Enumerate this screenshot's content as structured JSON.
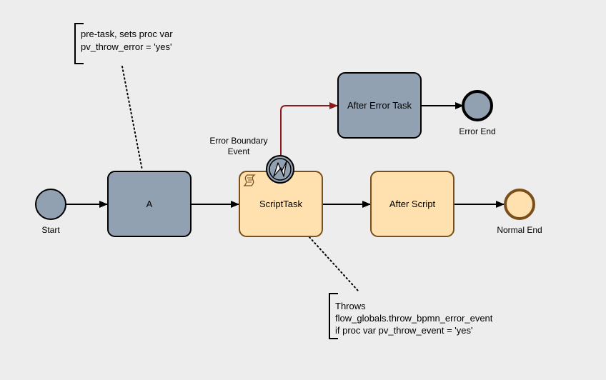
{
  "colors": {
    "background": "#ededed",
    "gray_fill": "#92a1b1",
    "orange_fill": "#ffe1b0",
    "orange_stroke": "#7a4f19",
    "error_flow": "#8b1a1a",
    "outline": "#000000"
  },
  "events": {
    "start": {
      "label": "Start"
    },
    "error_end": {
      "label": "Error End"
    },
    "normal_end": {
      "label": "Normal End"
    },
    "error_boundary": {
      "label_line1": "Error Boundary",
      "label_line2": "Event",
      "icon": "lightning-icon"
    }
  },
  "tasks": {
    "a": {
      "label": "A"
    },
    "script_task": {
      "label": "ScriptTask",
      "icon": "script-icon"
    },
    "after_script": {
      "label": "After Script"
    },
    "after_error": {
      "label": "After Error Task"
    }
  },
  "annotations": {
    "pre_task": {
      "lines": [
        "pre-task, sets proc var",
        "pv_throw_error = 'yes'"
      ]
    },
    "throws": {
      "lines": [
        "Throws",
        "flow_globals.throw_bpmn_error_event",
        "if proc var pv_throw_event = 'yes'"
      ]
    }
  }
}
